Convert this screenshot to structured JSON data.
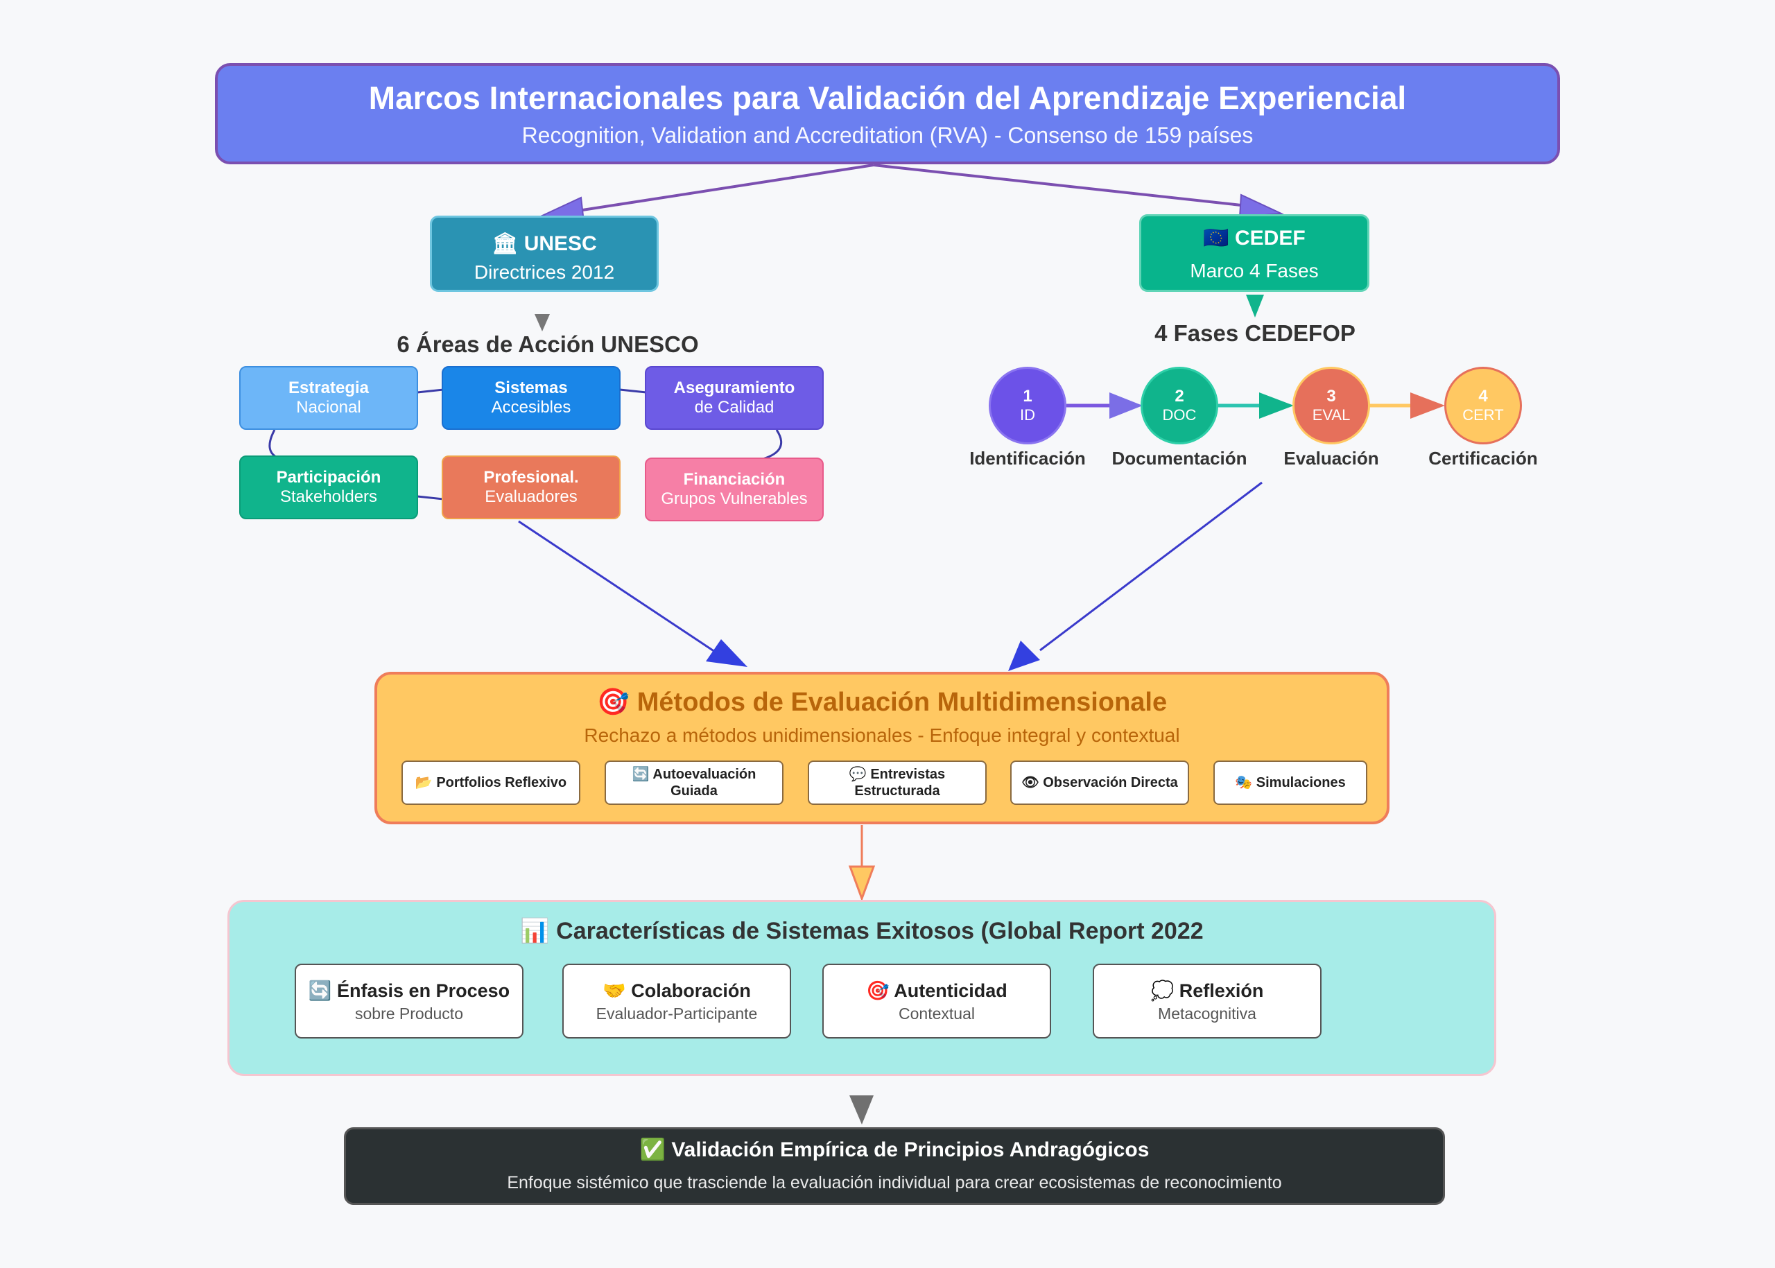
{
  "header": {
    "title": "Marcos Internacionales para Validación del Aprendizaje Experiencial",
    "subtitle": "Recognition, Validation and Accreditation (RVA) - Consenso de 159 países"
  },
  "unesco": {
    "icon": "🏛",
    "title": "UNESC",
    "subtitle": "Directrices 2012"
  },
  "cedef": {
    "icon": "🇪🇺",
    "title": "CEDEF",
    "subtitle": "Marco 4 Fases"
  },
  "areas_title": "6 Áreas de Acción UNESCO",
  "areas": [
    {
      "line1": "Estrategia",
      "line2": "Nacional",
      "color": "#6db6f8"
    },
    {
      "line1": "Sistemas",
      "line2": "Accesibles",
      "color": "#1a86e8"
    },
    {
      "line1": "Aseguramiento",
      "line2": "de Calidad",
      "color": "#6e5ce6"
    },
    {
      "line1": "Participación",
      "line2": "Stakeholders",
      "color": "#10b48c"
    },
    {
      "line1": "Profesional.",
      "line2": "Evaluadores",
      "color": "#e9795b"
    },
    {
      "line1": "Financiación",
      "line2": "Grupos Vulnerables",
      "color": "#f67fa6"
    }
  ],
  "phases_title": "4 Fases CEDEFOP",
  "phases": [
    {
      "num": "1",
      "abbr": "ID",
      "label": "Identificación",
      "color": "#6c52e8"
    },
    {
      "num": "2",
      "abbr": "DOC",
      "label": "Documentación",
      "color": "#10b48c"
    },
    {
      "num": "3",
      "abbr": "EVAL",
      "label": "Evaluación",
      "color": "#e6705b"
    },
    {
      "num": "4",
      "abbr": "CERT",
      "label": "Certificación",
      "color": "#ffc862"
    }
  ],
  "methods": {
    "icon": "🎯",
    "title": "Métodos de Evaluación Multidimensionale",
    "subtitle": "Rechazo a métodos unidimensionales - Enfoque integral y contextual",
    "items": [
      {
        "icon": "📂",
        "line1": "Portfolios Reflexivo",
        "line2": ""
      },
      {
        "icon": "🔄",
        "line1": "Autoevaluación",
        "line2": "Guiada"
      },
      {
        "icon": "💬",
        "line1": "Entrevistas",
        "line2": "Estructurada"
      },
      {
        "icon": "👁",
        "line1": "Observación Directa",
        "line2": ""
      },
      {
        "icon": "🎭",
        "line1": "Simulaciones",
        "line2": ""
      }
    ]
  },
  "characteristics": {
    "icon": "📊",
    "title": "Características de Sistemas Exitosos (Global Report 2022",
    "items": [
      {
        "icon": "🔄",
        "title": "Énfasis en Proceso",
        "subtitle": "sobre Producto"
      },
      {
        "icon": "🤝",
        "title": "Colaboración",
        "subtitle": "Evaluador-Participante"
      },
      {
        "icon": "🎯",
        "title": "Autenticidad",
        "subtitle": "Contextual"
      },
      {
        "icon": "💭",
        "title": "Reflexión",
        "subtitle": "Metacognitiva"
      }
    ]
  },
  "footer": {
    "icon": "✅",
    "title": "Validación Empírica de Principios Andragógicos",
    "subtitle": "Enfoque sistémico que trasciende la evaluación individual para crear ecosistemas de reconocimiento"
  }
}
